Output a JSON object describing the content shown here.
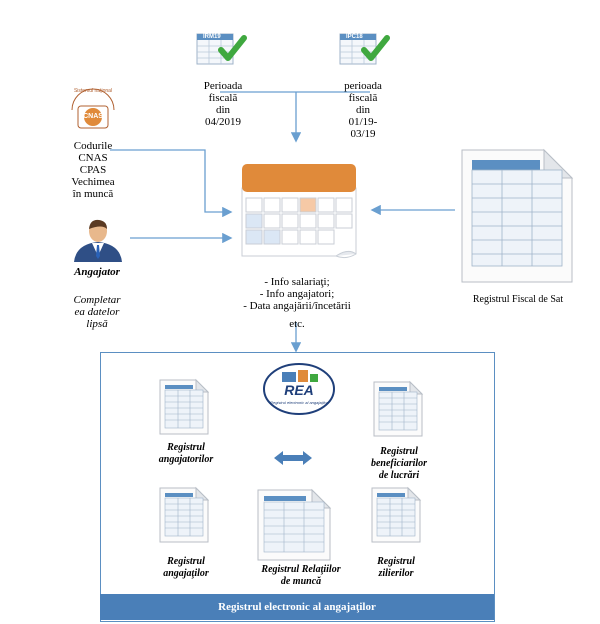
{
  "cards": {
    "irm19": "IRM19",
    "ipc18": "IPC18"
  },
  "period_labels": {
    "p1": [
      "Perioada",
      "fiscală",
      "din",
      "04/2019"
    ],
    "p2": [
      "perioada",
      "fiscală",
      "din",
      "01/19-",
      "03/19"
    ]
  },
  "cnas": {
    "logo_text": "CNAS",
    "arc_text": "Sistemul naţional",
    "lines": [
      "Codurile",
      "CNAS",
      "CPAS",
      "Vechimea",
      "în muncă"
    ]
  },
  "angajator": {
    "title": "Angajator",
    "sub": [
      "Completar",
      "ea datelor",
      "lipsă"
    ]
  },
  "info": [
    "- Info salariaţi;",
    "- Info angajatori;",
    "- Data angajării/încetării",
    "etc."
  ],
  "registru_fiscal": "Registrul Fiscal de Sat",
  "rea": {
    "logo": "REA",
    "tagline": "Registrul electronic al angajaţilor"
  },
  "registers": {
    "angajatori": [
      "Registrul",
      "angajatorilor"
    ],
    "beneficiari": [
      "Registrul",
      "beneficiarilor",
      "de lucrări"
    ],
    "angajati": [
      "Registrul",
      "angajaţilor"
    ],
    "relatii": [
      "Registrul Relaţiilor",
      "de muncă"
    ],
    "zilieri": [
      "Registrul",
      "zilierilor"
    ]
  },
  "footer": "Registrul electronic al angajaţilor",
  "colors": {
    "arrow": "#6a9fd0",
    "frame": "#5b8fc2",
    "footer_bar": "#4a7fb8",
    "check": "#3fa83f",
    "calendar_header": "#e08a3a"
  }
}
